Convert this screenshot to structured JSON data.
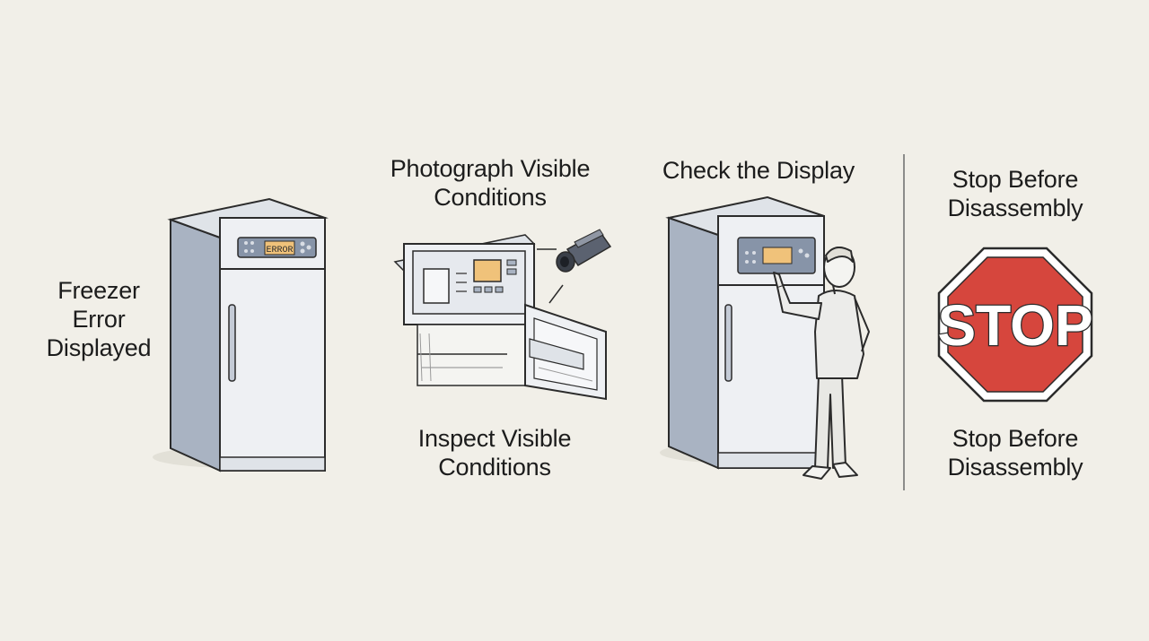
{
  "steps": [
    {
      "lines": [
        "Freezer",
        "Error",
        "Displayed"
      ]
    },
    {
      "lines": [
        "Photograph Visible",
        "Conditions"
      ]
    },
    {
      "lines": [
        "Inspect Visible",
        "Conditions"
      ]
    },
    {
      "lines": [
        "Check the Display"
      ]
    },
    {
      "lines": [
        "Stop Before",
        "Disassembly"
      ]
    },
    {
      "lines": [
        "Stop Before",
        "Disassembly"
      ]
    }
  ],
  "fridge_display_text": "ERROR",
  "stop_sign_text": "STOP",
  "colors": {
    "background": "#f1efe8",
    "steel_light": "#eef0f3",
    "steel_dark": "#a9b3c2",
    "display_amber": "#f0c27a",
    "stop_red": "#d6463d",
    "ink": "#2b2b2b"
  }
}
